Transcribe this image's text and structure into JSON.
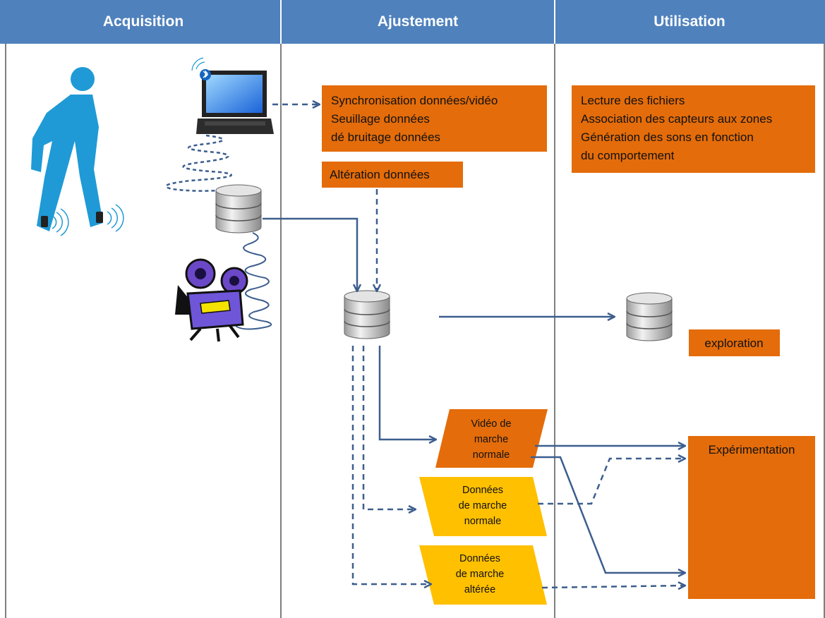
{
  "columns": [
    {
      "label": "Acquisition"
    },
    {
      "label": "Ajustement"
    },
    {
      "label": "Utilisation"
    }
  ],
  "boxes": {
    "preprocessing": [
      "Synchronisation données/vidéo",
      "Seuillage données",
      "dé bruitage données"
    ],
    "alteration": "Altération données",
    "usage": [
      "Lecture des fichiers",
      "Association des capteurs aux zones",
      "Génération des sons en fonction",
      "du comportement"
    ],
    "exploration": "exploration",
    "experimentation": "Expérimentation"
  },
  "outputs": {
    "video": [
      "Vidéo de",
      "marche",
      "normale"
    ],
    "normal_data": [
      "Données",
      "de marche",
      "normale"
    ],
    "altered_data": [
      "Données",
      "de marche",
      "altérée"
    ]
  },
  "colors": {
    "header": "#4f81bd",
    "orange": "#e46c0a",
    "yellow": "#ffc000",
    "arrow": "#3c5e8e",
    "person": "#1f9ad6"
  },
  "icons": [
    "walking-person-icon",
    "laptop-icon",
    "bluetooth-icon",
    "database-icon",
    "video-camera-icon",
    "sensor-icon"
  ]
}
